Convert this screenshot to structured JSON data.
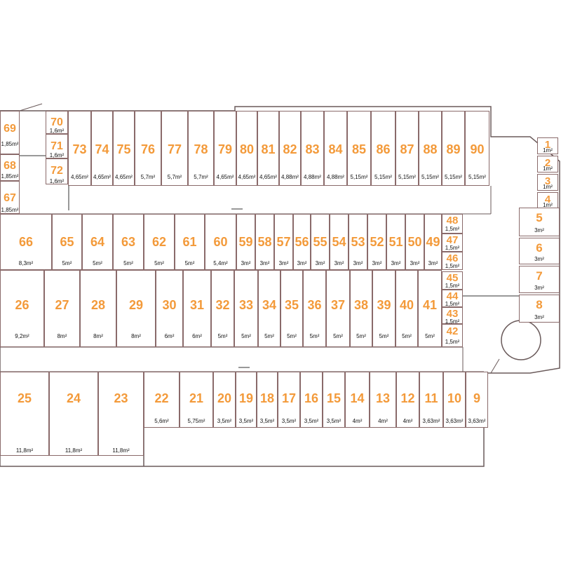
{
  "plan": {
    "units": [
      {
        "id": "1",
        "area": "1m²"
      },
      {
        "id": "2",
        "area": "1m²"
      },
      {
        "id": "3",
        "area": "1m²"
      },
      {
        "id": "4",
        "area": "1m²"
      },
      {
        "id": "5",
        "area": "3m²"
      },
      {
        "id": "6",
        "area": "3m²"
      },
      {
        "id": "7",
        "area": "3m²"
      },
      {
        "id": "8",
        "area": "3m²"
      },
      {
        "id": "9",
        "area": "3,63m²"
      },
      {
        "id": "10",
        "area": "3,63m²"
      },
      {
        "id": "11",
        "area": "3,63m²"
      },
      {
        "id": "12",
        "area": "4m²"
      },
      {
        "id": "13",
        "area": "4m²"
      },
      {
        "id": "14",
        "area": "4m²"
      },
      {
        "id": "15",
        "area": "3,5m²"
      },
      {
        "id": "16",
        "area": "3,5m²"
      },
      {
        "id": "17",
        "area": "3,5m²"
      },
      {
        "id": "18",
        "area": "3,5m²"
      },
      {
        "id": "19",
        "area": "3,5m²"
      },
      {
        "id": "20",
        "area": "3,5m²"
      },
      {
        "id": "21",
        "area": "5,75m²"
      },
      {
        "id": "22",
        "area": "5,6m²"
      },
      {
        "id": "23",
        "area": "11,8m²"
      },
      {
        "id": "24",
        "area": "11,8m²"
      },
      {
        "id": "25",
        "area": "11,8m²"
      },
      {
        "id": "26",
        "area": "9,2m²"
      },
      {
        "id": "27",
        "area": "8m²"
      },
      {
        "id": "28",
        "area": "8m²"
      },
      {
        "id": "29",
        "area": "8m²"
      },
      {
        "id": "30",
        "area": "6m²"
      },
      {
        "id": "31",
        "area": "6m²"
      },
      {
        "id": "32",
        "area": "5m²"
      },
      {
        "id": "33",
        "area": "5m²"
      },
      {
        "id": "34",
        "area": "5m²"
      },
      {
        "id": "35",
        "area": "5m²"
      },
      {
        "id": "36",
        "area": "5m²"
      },
      {
        "id": "37",
        "area": "5m²"
      },
      {
        "id": "38",
        "area": "5m²"
      },
      {
        "id": "39",
        "area": "5m²"
      },
      {
        "id": "40",
        "area": "5m²"
      },
      {
        "id": "41",
        "area": "5m²"
      },
      {
        "id": "42",
        "area": "1,5m²"
      },
      {
        "id": "43",
        "area": "1,5m²"
      },
      {
        "id": "44",
        "area": "1,5m²"
      },
      {
        "id": "45",
        "area": "1,5m²"
      },
      {
        "id": "46",
        "area": "1,5m²"
      },
      {
        "id": "47",
        "area": "1,5m²"
      },
      {
        "id": "48",
        "area": "1,5m²"
      },
      {
        "id": "49",
        "area": "3m²"
      },
      {
        "id": "50",
        "area": "3m²"
      },
      {
        "id": "51",
        "area": "3m²"
      },
      {
        "id": "52",
        "area": "3m²"
      },
      {
        "id": "53",
        "area": "3m²"
      },
      {
        "id": "54",
        "area": "3m²"
      },
      {
        "id": "55",
        "area": "3m²"
      },
      {
        "id": "56",
        "area": "3m²"
      },
      {
        "id": "57",
        "area": "3m²"
      },
      {
        "id": "58",
        "area": "3m²"
      },
      {
        "id": "59",
        "area": "3m²"
      },
      {
        "id": "60",
        "area": "5,4m²"
      },
      {
        "id": "61",
        "area": "5m²"
      },
      {
        "id": "62",
        "area": "5m²"
      },
      {
        "id": "63",
        "area": "5m²"
      },
      {
        "id": "64",
        "area": "5m²"
      },
      {
        "id": "65",
        "area": "5m²"
      },
      {
        "id": "66",
        "area": "8,3m²"
      },
      {
        "id": "67",
        "area": "1,85m²"
      },
      {
        "id": "68",
        "area": "1,85m²"
      },
      {
        "id": "69",
        "area": "1,85m²"
      },
      {
        "id": "70",
        "area": "1,6m²"
      },
      {
        "id": "71",
        "area": "1,6m²"
      },
      {
        "id": "72",
        "area": "1,6m²"
      },
      {
        "id": "73",
        "area": "4,65m²"
      },
      {
        "id": "74",
        "area": "4,65m²"
      },
      {
        "id": "75",
        "area": "4,65m²"
      },
      {
        "id": "76",
        "area": "5,7m²"
      },
      {
        "id": "77",
        "area": "5,7m²"
      },
      {
        "id": "78",
        "area": "5,7m²"
      },
      {
        "id": "79",
        "area": "4,65m²"
      },
      {
        "id": "80",
        "area": "4,65m²"
      },
      {
        "id": "81",
        "area": "4,65m²"
      },
      {
        "id": "82",
        "area": "4,88m²"
      },
      {
        "id": "83",
        "area": "4,88m²"
      },
      {
        "id": "84",
        "area": "4,88m²"
      },
      {
        "id": "85",
        "area": "5,15m²"
      },
      {
        "id": "86",
        "area": "5,15m²"
      },
      {
        "id": "87",
        "area": "5,15m²"
      },
      {
        "id": "88",
        "area": "5,15m²"
      },
      {
        "id": "89",
        "area": "5,15m²"
      },
      {
        "id": "90",
        "area": "5,15m²"
      }
    ],
    "colors": {
      "number": "#f39a3a",
      "wall": "#6a5a5a",
      "cell_border": "#8a6a6a",
      "text": "#111111"
    }
  }
}
